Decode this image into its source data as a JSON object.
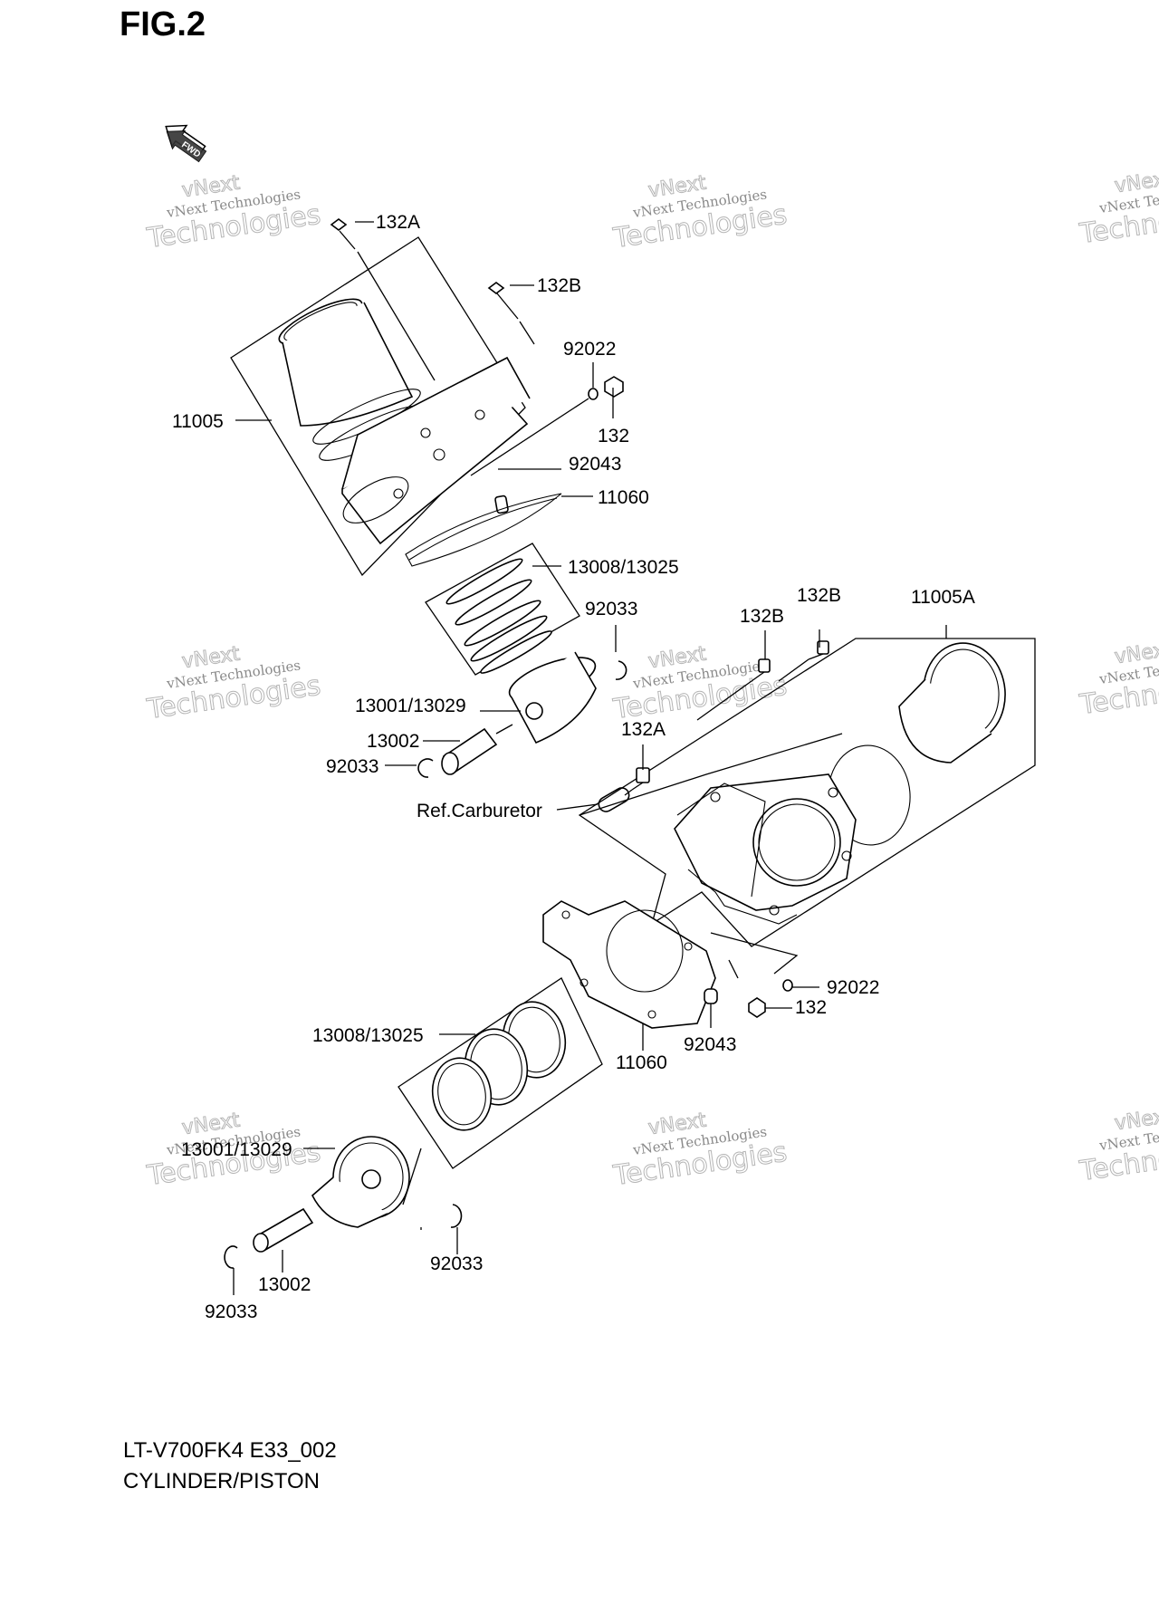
{
  "figure": {
    "title": "FIG.2",
    "fwd_icon_label": "FWD",
    "model_code": "LT-V700FK4 E33_002",
    "section_title": "CYLINDER/PISTON"
  },
  "watermark": {
    "line_small": "vNext Technologies",
    "line_top": "vNext",
    "line_big": "Technologies"
  },
  "callouts": [
    {
      "id": "c-132A-top",
      "label": "132A"
    },
    {
      "id": "c-132B-top",
      "label": "132B"
    },
    {
      "id": "c-92022-top",
      "label": "92022"
    },
    {
      "id": "c-132-top",
      "label": "132"
    },
    {
      "id": "c-11005",
      "label": "11005"
    },
    {
      "id": "c-92043-top",
      "label": "92043"
    },
    {
      "id": "c-11060-top",
      "label": "11060"
    },
    {
      "id": "c-13008-top",
      "label": "13008/13025"
    },
    {
      "id": "c-92033-a",
      "label": "92033"
    },
    {
      "id": "c-13001-top",
      "label": "13001/13029"
    },
    {
      "id": "c-13002-top",
      "label": "13002"
    },
    {
      "id": "c-92033-b",
      "label": "92033"
    },
    {
      "id": "c-132B-mid1",
      "label": "132B"
    },
    {
      "id": "c-132B-mid2",
      "label": "132B"
    },
    {
      "id": "c-11005A",
      "label": "11005A"
    },
    {
      "id": "c-132A-mid",
      "label": "132A"
    },
    {
      "id": "c-refcarb",
      "label": "Ref.Carburetor"
    },
    {
      "id": "c-92022-bot",
      "label": "92022"
    },
    {
      "id": "c-132-bot",
      "label": "132"
    },
    {
      "id": "c-92043-bot",
      "label": "92043"
    },
    {
      "id": "c-11060-bot",
      "label": "11060"
    },
    {
      "id": "c-13008-bot",
      "label": "13008/13025"
    },
    {
      "id": "c-13001-bot",
      "label": "13001/13029"
    },
    {
      "id": "c-13002-bot",
      "label": "13002"
    },
    {
      "id": "c-92033-c",
      "label": "92033"
    },
    {
      "id": "c-92033-d",
      "label": "92033"
    }
  ]
}
